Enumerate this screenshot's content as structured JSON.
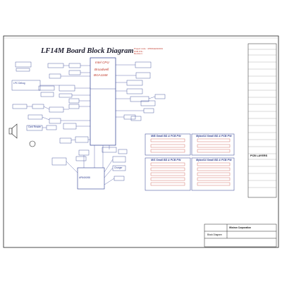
{
  "diagram": {
    "title": "LF14M  Board Block Diagram",
    "project_info": [
      "Project code : 4PD0GE010001",
      "PCB P/N :",
      "Revision :"
    ],
    "cpu": {
      "name": "Intel CPU",
      "sub1": "Broadwell",
      "sub2": "BGA1168"
    },
    "chipset": "AP8400/58",
    "left_boxes": {
      "cpu_debug": "LPC Debug",
      "card_reader": "Card Reader"
    },
    "charger": "Charger",
    "pcb_groups": [
      {
        "title": "M/B Small BD & PCB P/N"
      },
      {
        "title": "Mybot14 Small BD & PCB P/N"
      },
      {
        "title": "M/S Small BD & PCB P/N"
      },
      {
        "title": "Mybot14 Small BD & PCB P/N"
      }
    ],
    "pcb_layers": "PCB LAYERS",
    "title_block": {
      "company": "Wistron Corporation",
      "sheet": "Block Diagram"
    }
  },
  "colors": {
    "ink": "#2b3b8f",
    "red": "#c0392b",
    "black": "#111111"
  }
}
